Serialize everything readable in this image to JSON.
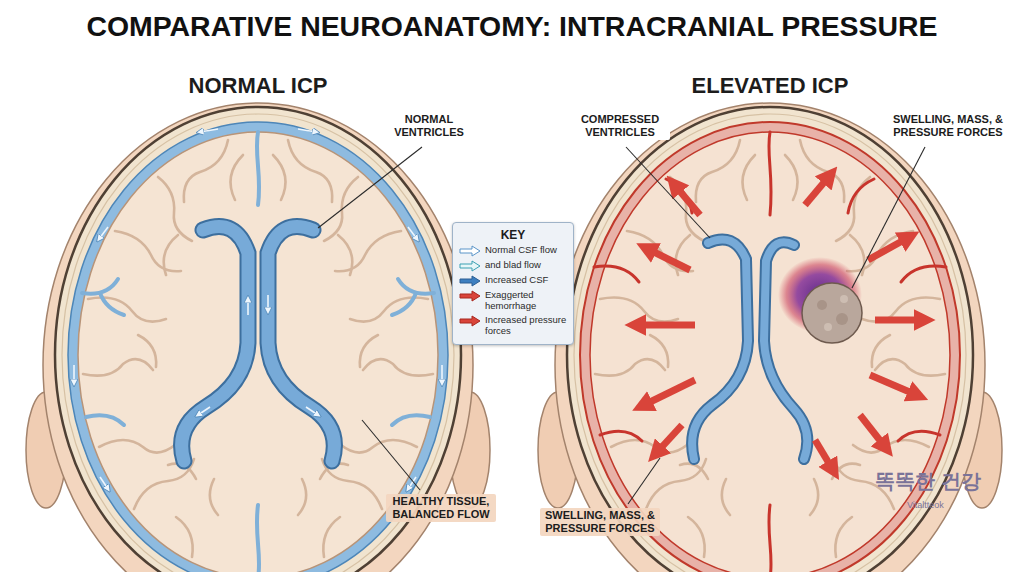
{
  "diagram": {
    "title": "COMPARATIVE NEUROANATOMY: INTRACRANIAL PRESSURE",
    "nodes": [
      {
        "text": [
          "KEY"
        ]
      }
    ],
    "labels": [
      "NORMAL ICP",
      "ELEVATED ICP",
      "NORMAL VENTRICLES",
      "HEALTHY TISSUE, BALANCED FLOW",
      "COMPRESSED VENTRICLES",
      "SWELLING, MASS, & PRESSURE FORCES",
      "SWELLING, MASS, & PRESSURE FORCES",
      "똑똑한 건강",
      "Vitaltteok"
    ],
    "legend": [
      {
        "text": "Normal CSF flow"
      },
      {
        "text": "and blad flow"
      },
      {
        "text": "Increased CSF"
      },
      {
        "text": "Exaggerted hemorrhage"
      },
      {
        "text": "Increased pressure forces"
      }
    ]
  }
}
